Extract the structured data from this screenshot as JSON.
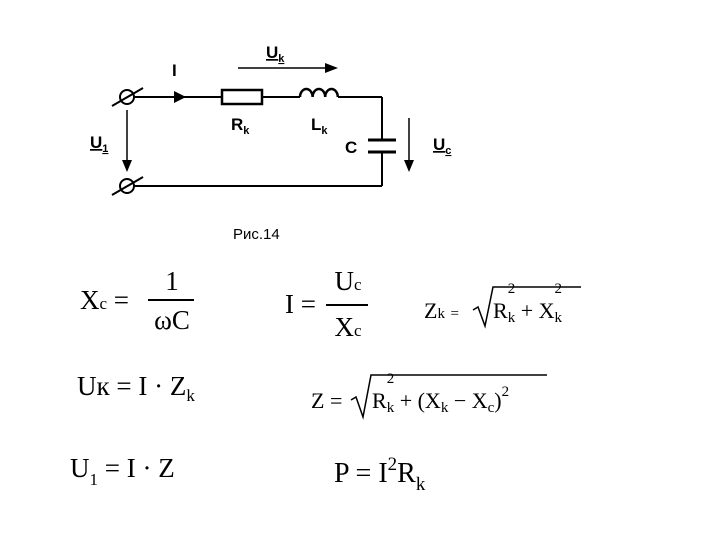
{
  "circuit": {
    "current_label": "I",
    "uk_label": "U",
    "uk_sub": "k",
    "u1_label": "U",
    "u1_sub": "1",
    "rk_label": "R",
    "rk_sub": "k",
    "lk_label": "L",
    "lk_sub": "k",
    "c_label": "C",
    "uc_label": "U",
    "uc_sub": "c"
  },
  "caption": "Рис.14",
  "formulas": {
    "xc": {
      "lhs": "X",
      "lhs_sub": "c",
      "eq": "=",
      "num": "1",
      "den": "ωC"
    },
    "i": {
      "lhs": "I",
      "eq": "=",
      "num": "U",
      "num_sub": "c",
      "den": "X",
      "den_sub": "c"
    },
    "zk": {
      "lhs": "Z",
      "lhs_sub": "k",
      "eq": "=",
      "t1": "R",
      "t1_sub": "k",
      "t1_sup": "2",
      "plus": "+",
      "t2": "X",
      "t2_sub": "k",
      "t2_sup": "2"
    },
    "uk": {
      "lhs": "U",
      "lhs_sub": "к",
      "rhs": "= I · Z",
      "rhs_sub": "k"
    },
    "z": {
      "lhs": "Z =",
      "t1": "R",
      "t1_sub": "k",
      "t1_sup": "2",
      "mid": "+ (X",
      "mid_sub": "k",
      "minus": " − X",
      "minus_sub": "c",
      "close": ")",
      "close_sup": "2"
    },
    "u1": {
      "lhs": "U",
      "lhs_sub": "1",
      "rhs": "= I · Z"
    },
    "p": {
      "lhs": "P = I",
      "sup": "2",
      "r": "R",
      "r_sub": "k"
    }
  }
}
